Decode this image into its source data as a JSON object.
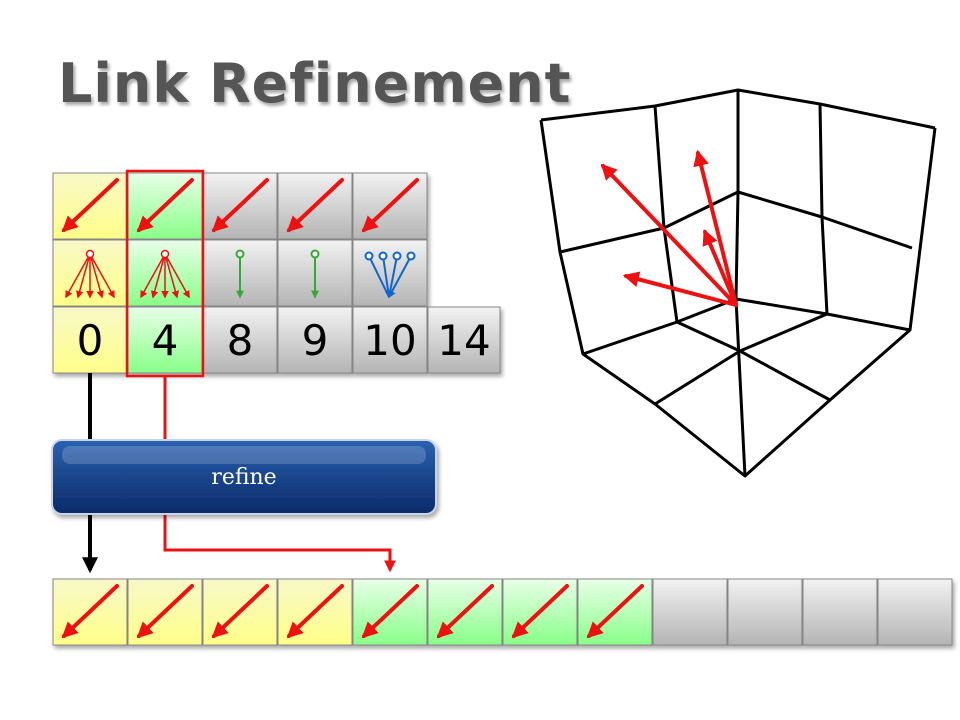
{
  "title": "Link Refinement",
  "refine_label": "refine",
  "index_values": [
    "0",
    "4",
    "8",
    "9",
    "10",
    "14"
  ],
  "top_rows": [
    {
      "fill": "yellow",
      "children": 5,
      "child_color": "red"
    },
    {
      "fill": "green",
      "children": 5,
      "child_color": "red"
    },
    {
      "fill": "gray",
      "children": 1,
      "child_color": "green"
    },
    {
      "fill": "gray",
      "children": 1,
      "child_color": "green"
    },
    {
      "fill": "gray",
      "children": 4,
      "child_color": "blue"
    }
  ],
  "bottom_row": [
    "yellow",
    "yellow",
    "yellow",
    "yellow",
    "green",
    "green",
    "green",
    "green",
    "gray",
    "gray",
    "gray",
    "gray"
  ],
  "colors": {
    "yellow_top": "#f8f8c8",
    "yellow_bottom": "#ffff88",
    "green_top": "#e8ffe8",
    "green_bottom": "#88ff88",
    "gray_top": "#f2f2f2",
    "gray_bottom": "#b4b4b4",
    "red": "#ee1111",
    "green": "#33aa33",
    "blue": "#1166cc",
    "button_top": "#2a62b0",
    "button_bottom": "#0b2a68"
  }
}
